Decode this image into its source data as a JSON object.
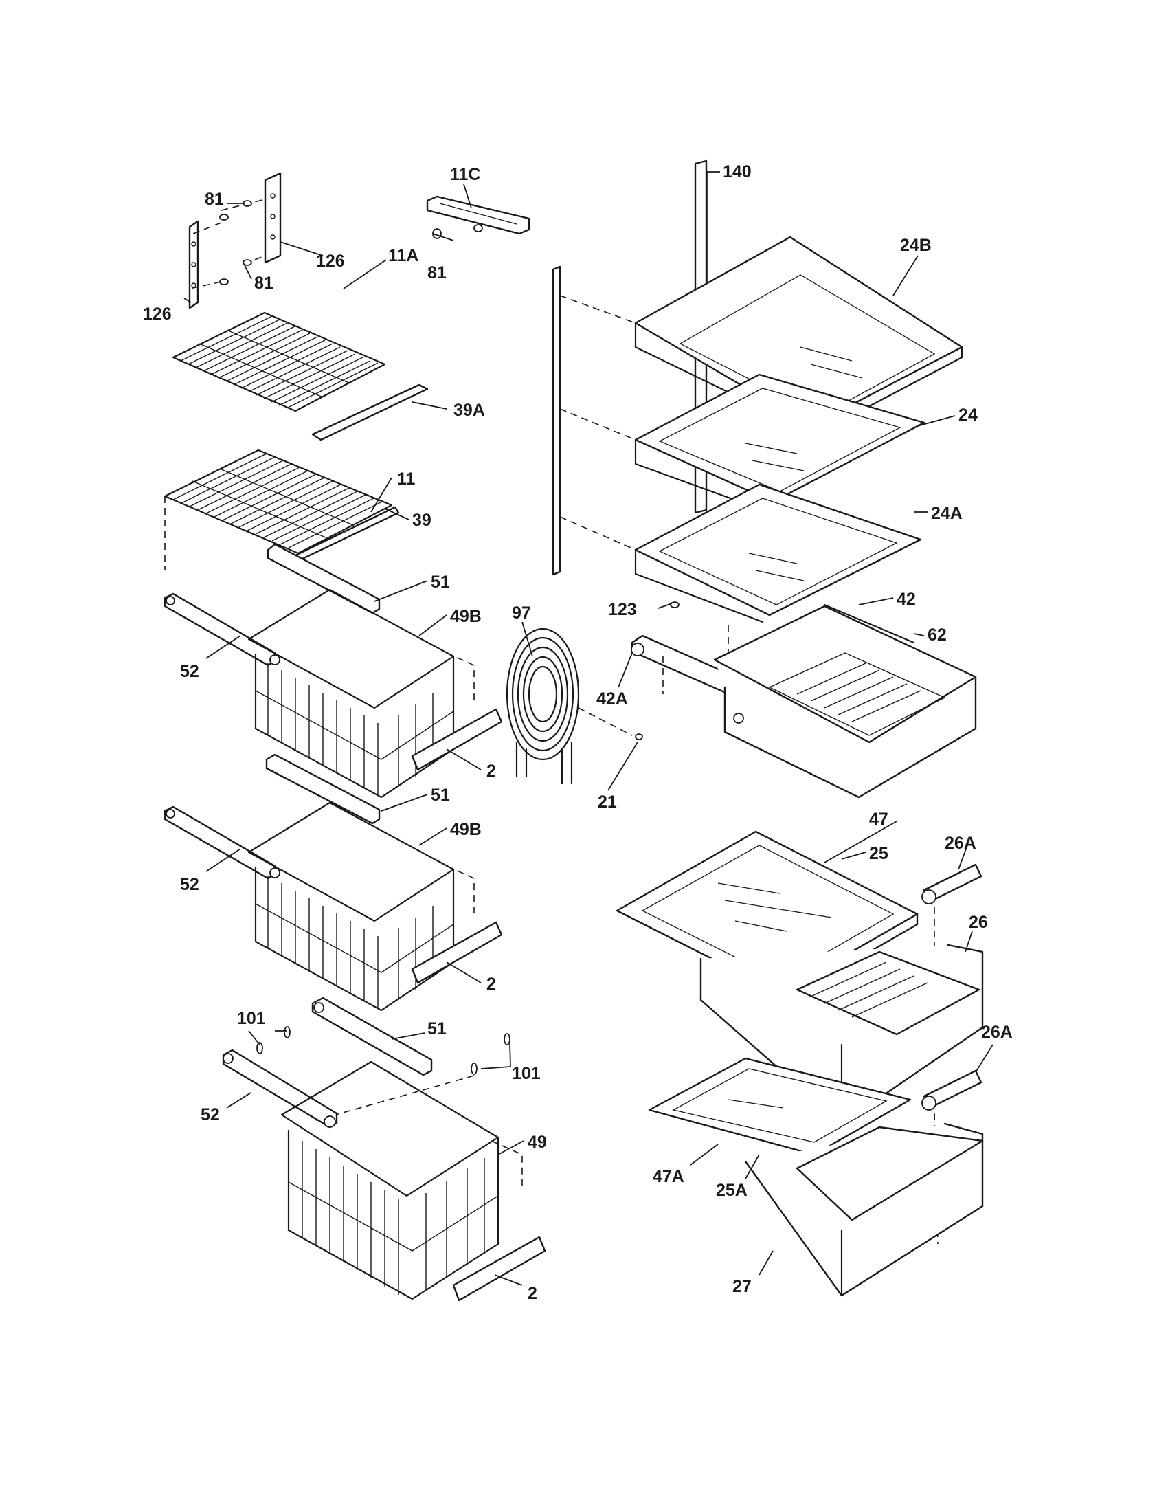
{
  "callouts": {
    "c140": "140",
    "c11c": "11C",
    "c81a": "81",
    "c81b": "81",
    "c81c": "81",
    "c126a": "126",
    "c126b": "126",
    "c24b": "24B",
    "c11a": "11A",
    "c39a": "39A",
    "c24": "24",
    "c11": "11",
    "c39": "39",
    "c24a": "24A",
    "c51a": "51",
    "c97": "97",
    "c123": "123",
    "c42": "42",
    "c49ba": "49B",
    "c62": "62",
    "c52a": "52",
    "c42a": "42A",
    "c2a": "2",
    "c21": "21",
    "c51b": "51",
    "c47": "47",
    "c49bb": "49B",
    "c26a1": "26A",
    "c25": "25",
    "c52b": "52",
    "c26": "26",
    "c2b": "2",
    "c101a": "101",
    "c51c": "51",
    "c26a2": "26A",
    "c101b": "101",
    "c52c": "52",
    "c49": "49",
    "c47a": "47A",
    "c25a": "25A",
    "c27": "27",
    "c2c": "2"
  },
  "colors": {
    "ink": "#1a1a1a",
    "paper": "#ffffff"
  }
}
